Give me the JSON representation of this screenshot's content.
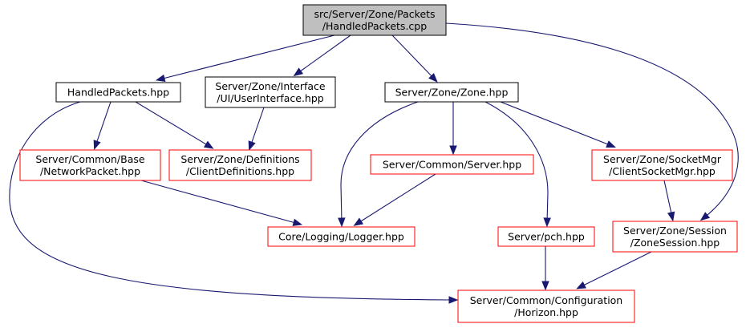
{
  "colors": {
    "edge": "#191970",
    "root_fill": "#bfbfbf",
    "root_border": "#000000",
    "black_border": "#000000",
    "red_border": "#ff0000",
    "node_fill": "#ffffff"
  },
  "nodes": {
    "root": {
      "lines": [
        "src/Server/Zone/Packets",
        "/HandledPackets.cpp"
      ],
      "style": "root"
    },
    "handled_hpp": {
      "lines": [
        "HandledPackets.hpp"
      ],
      "style": "black"
    },
    "userinterface": {
      "lines": [
        "Server/Zone/Interface",
        "/UI/UserInterface.hpp"
      ],
      "style": "black"
    },
    "zone_hpp": {
      "lines": [
        "Server/Zone/Zone.hpp"
      ],
      "style": "black"
    },
    "networkpacket": {
      "lines": [
        "Server/Common/Base",
        "/NetworkPacket.hpp"
      ],
      "style": "red"
    },
    "clientdefs": {
      "lines": [
        "Server/Zone/Definitions",
        "/ClientDefinitions.hpp"
      ],
      "style": "red"
    },
    "server_hpp": {
      "lines": [
        "Server/Common/Server.hpp"
      ],
      "style": "red"
    },
    "clientsocket": {
      "lines": [
        "Server/Zone/SocketMgr",
        "/ClientSocketMgr.hpp"
      ],
      "style": "red"
    },
    "logger": {
      "lines": [
        "Core/Logging/Logger.hpp"
      ],
      "style": "red"
    },
    "pch": {
      "lines": [
        "Server/pch.hpp"
      ],
      "style": "red"
    },
    "zonesession": {
      "lines": [
        "Server/Zone/Session",
        "/ZoneSession.hpp"
      ],
      "style": "red"
    },
    "horizon": {
      "lines": [
        "Server/Common/Configuration",
        "/Horizon.hpp"
      ],
      "style": "red"
    }
  },
  "edges": [
    [
      "root",
      "handled_hpp"
    ],
    [
      "root",
      "userinterface"
    ],
    [
      "root",
      "zone_hpp"
    ],
    [
      "root",
      "zonesession"
    ],
    [
      "handled_hpp",
      "networkpacket"
    ],
    [
      "handled_hpp",
      "clientdefs"
    ],
    [
      "handled_hpp",
      "horizon"
    ],
    [
      "userinterface",
      "clientdefs"
    ],
    [
      "zone_hpp",
      "logger"
    ],
    [
      "zone_hpp",
      "server_hpp"
    ],
    [
      "zone_hpp",
      "pch"
    ],
    [
      "zone_hpp",
      "clientsocket"
    ],
    [
      "networkpacket",
      "logger"
    ],
    [
      "server_hpp",
      "logger"
    ],
    [
      "clientsocket",
      "zonesession"
    ],
    [
      "pch",
      "horizon"
    ],
    [
      "zonesession",
      "horizon"
    ]
  ]
}
